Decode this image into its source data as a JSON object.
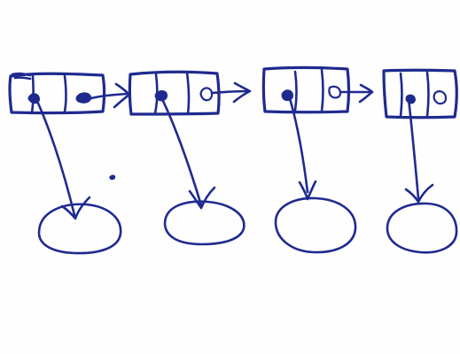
{
  "diagram": {
    "kind": "handwritten linked list sketch",
    "ink_color": "#1f2a8f",
    "background_color": "#fefefe",
    "node_count": 4,
    "link_count": 3,
    "value_count": 4,
    "has_speck": true
  }
}
